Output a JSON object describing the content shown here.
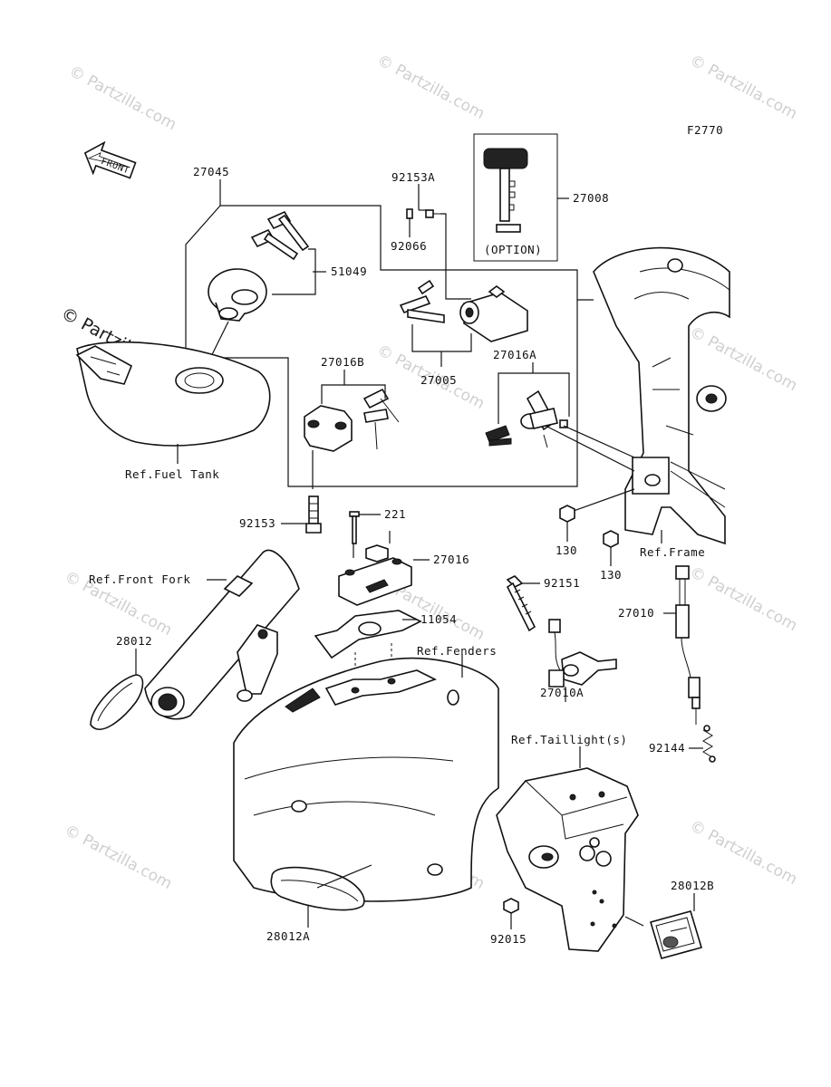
{
  "figure_code": "F2770",
  "front_label": "FRONT",
  "watermark": "© Partzilla.com",
  "option_label": "(OPTION)",
  "parts": {
    "p27045": "27045",
    "p92153A": "92153A",
    "p27008": "27008",
    "p51049": "51049",
    "p92066": "92066",
    "p27016B": "27016B",
    "p27005": "27005",
    "p27016A": "27016A",
    "p92153": "92153",
    "p221": "221",
    "p27016": "27016",
    "p130a": "130",
    "p130b": "130",
    "p11054": "11054",
    "p92151": "92151",
    "p27010": "27010",
    "p28012": "28012",
    "p27010A": "27010A",
    "p92144": "92144",
    "p28012B": "28012B",
    "p92015": "92015",
    "p28012A": "28012A"
  },
  "refs": {
    "fuel_tank": "Ref.Fuel Tank",
    "front_fork": "Ref.Front Fork",
    "frame": "Ref.Frame",
    "fenders": "Ref.Fenders",
    "taillight": "Ref.Taillight(s)"
  }
}
